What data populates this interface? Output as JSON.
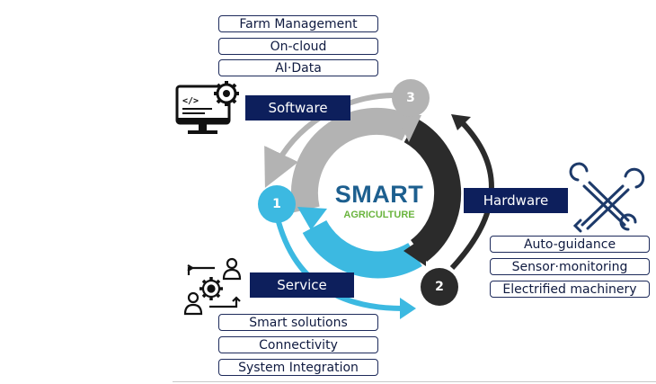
{
  "software": {
    "label": "Software",
    "items": [
      "Farm Management",
      "On-cloud",
      "AI·Data"
    ],
    "icon": "code-monitor-gear-icon"
  },
  "hardware": {
    "label": "Hardware",
    "items": [
      "Auto-guidance",
      "Sensor·monitoring",
      "Electrified machinery"
    ],
    "icon": "crossed-wrenches-icon"
  },
  "service": {
    "label": "Service",
    "items": [
      "Smart solutions",
      "Connectivity",
      "System Integration"
    ],
    "icon": "people-gear-icon"
  },
  "center": {
    "title": "SMART",
    "subtitle": "AGRICULTURE"
  },
  "steps": {
    "one": "1",
    "two": "2",
    "three": "3"
  },
  "colors": {
    "navy": "#0d1f5c",
    "service_blue": "#3cb9e1",
    "hardware_dark": "#2b2b2b",
    "software_gray": "#b3b3b3",
    "smart_title": "#1d5f8f",
    "agriculture_green": "#6ab43e"
  }
}
